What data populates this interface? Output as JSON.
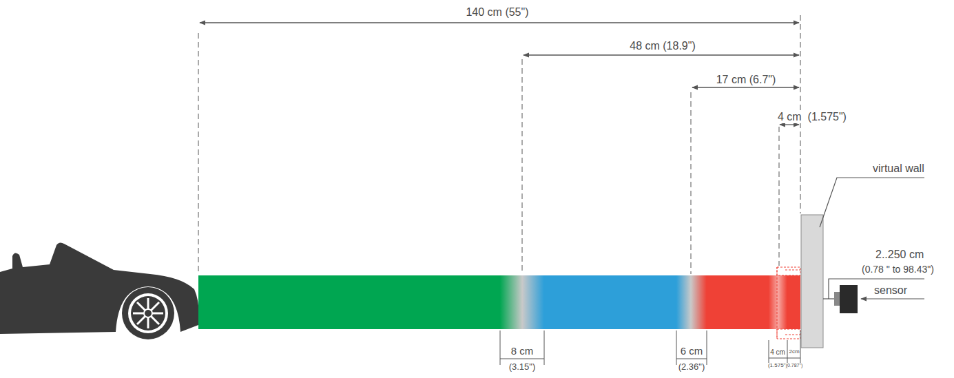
{
  "diagram": {
    "labels": [
      "140 cm (55\")",
      "48 cm (18.9\")",
      "17 cm (6.7\")",
      "4 cm  (1.575\")",
      "virtual wall",
      "2..250 cm",
      "(0.78 \" to 98.43\")",
      "sensor",
      "8 cm",
      "(3.15\")",
      "6 cm",
      "(2.36\")",
      "4 cm",
      "(1.575\")",
      "2cm",
      "(0.787\")"
    ]
  }
}
